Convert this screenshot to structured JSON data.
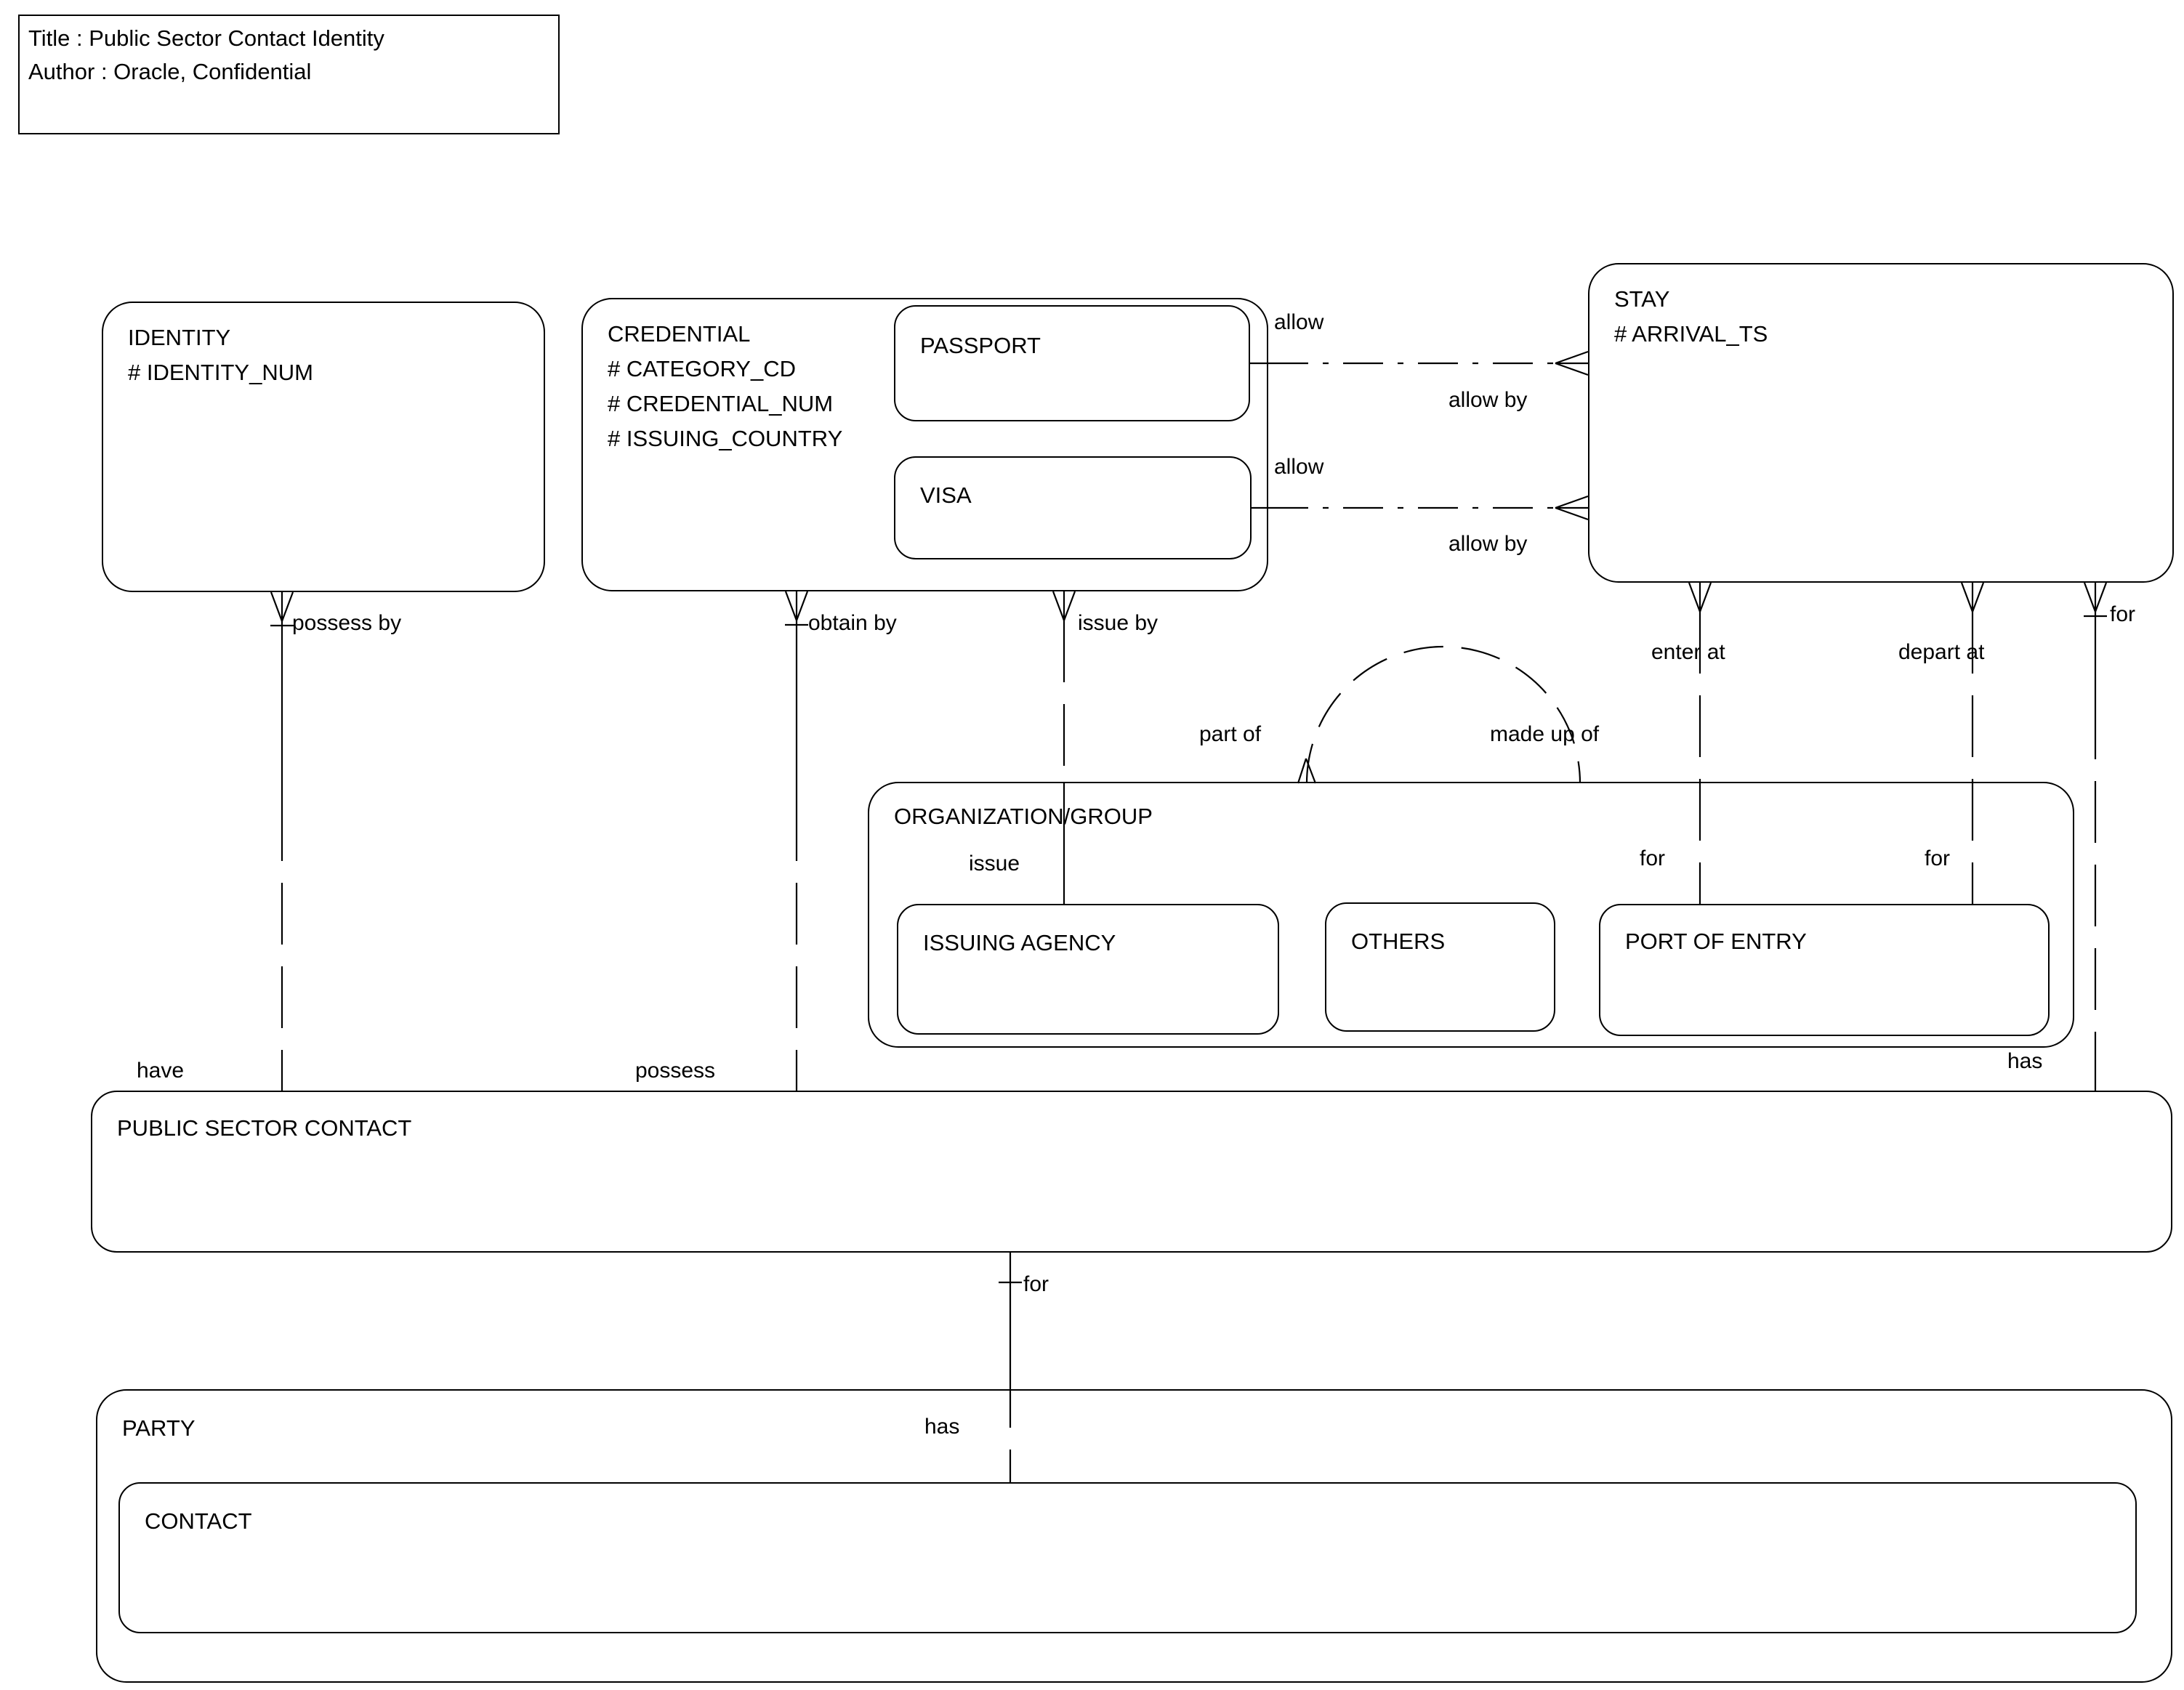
{
  "title_block": {
    "title": "Title : Public Sector Contact Identity",
    "author": "Author : Oracle, Confidential"
  },
  "entities": {
    "identity": {
      "name": "IDENTITY",
      "attrs": [
        "# IDENTITY_NUM"
      ]
    },
    "credential": {
      "name": "CREDENTIAL",
      "attrs": [
        "# CATEGORY_CD",
        "# CREDENTIAL_NUM",
        "# ISSUING_COUNTRY"
      ]
    },
    "passport": {
      "name": "PASSPORT"
    },
    "visa": {
      "name": "VISA"
    },
    "stay": {
      "name": "STAY",
      "attrs": [
        "# ARRIVAL_TS"
      ]
    },
    "organization_group": {
      "name": "ORGANIZATION/GROUP"
    },
    "issuing_agency": {
      "name": "ISSUING AGENCY"
    },
    "others": {
      "name": "OTHERS"
    },
    "port_of_entry": {
      "name": "PORT OF ENTRY"
    },
    "public_sector_contact": {
      "name": "PUBLIC SECTOR CONTACT"
    },
    "party": {
      "name": "PARTY"
    },
    "contact": {
      "name": "CONTACT"
    }
  },
  "relationship_labels": {
    "possess_by": "possess by",
    "obtain_by": "obtain by",
    "issue_by": "issue by",
    "allow_passport": "allow",
    "allow_by_passport": "allow by",
    "allow_visa": "allow",
    "allow_by_visa": "allow by",
    "enter_at": "enter at",
    "depart_at": "depart at",
    "for_stay": "for",
    "part_of": "part of",
    "made_up_of": "made up of",
    "issue": "issue",
    "for_enter": "for",
    "for_depart": "for",
    "have": "have",
    "possess": "possess",
    "has_stay": "has",
    "for_party": "for",
    "has_contact": "has"
  },
  "colors": {
    "line": "#000000",
    "background": "#ffffff"
  }
}
